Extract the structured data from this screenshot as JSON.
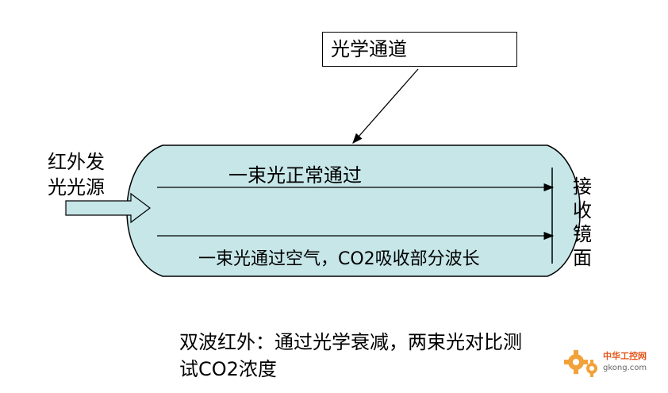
{
  "diagram": {
    "callout_label": "光学通道",
    "source_label_line1": "红外发",
    "source_label_line2": "光光源",
    "beam1_label": "一束光正常通过",
    "beam2_label": "一束光通过空气，CO2吸收部分波长",
    "receiver_label": "接收镜面",
    "caption_line1": "双波红外：通过光学衰减，两束光对比测",
    "caption_line2": "试CO2浓度",
    "chamber_color": "#c6e6e8",
    "arrow_fill_color": "#c6e6e8",
    "watermark_cn": "中华工控网",
    "watermark_en": "gkong.com",
    "watermark_color": "#f2a23a"
  }
}
